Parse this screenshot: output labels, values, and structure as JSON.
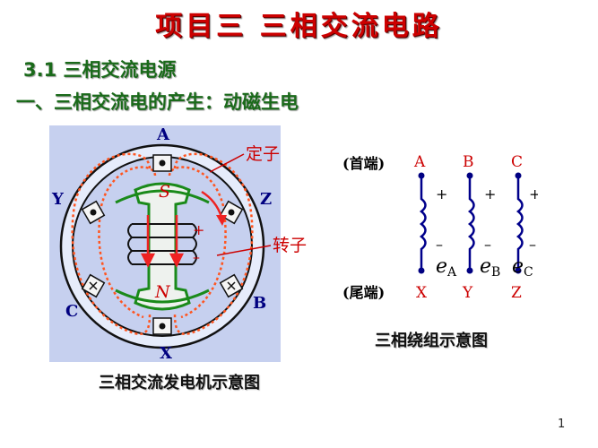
{
  "slide": {
    "title": "项目三  三相交流电路",
    "section": "3.1 三相交流电源",
    "subsection": "一、三相交流电的产生：动磁生电",
    "page_number": "1"
  },
  "generator": {
    "caption": "三相交流发电机示意图",
    "stator_label": "定子",
    "rotor_label": "转子",
    "terminals": {
      "A": "A",
      "B": "B",
      "C": "C",
      "X": "X",
      "Y": "Y",
      "Z": "Z"
    },
    "pole_s": "S",
    "pole_n": "N",
    "plus": "+",
    "minus": "–"
  },
  "windings": {
    "caption": "三相绕组示意图",
    "head_label": "(首端)",
    "tail_label": "(尾端)",
    "phases": [
      {
        "start": "A",
        "end": "X",
        "emf": "e",
        "sub": "A",
        "plus": "+",
        "minus": "–"
      },
      {
        "start": "B",
        "end": "Y",
        "emf": "e",
        "sub": "B",
        "plus": "+",
        "minus": "–"
      },
      {
        "start": "C",
        "end": "Z",
        "emf": "e",
        "sub": "C",
        "plus": "+",
        "minus": "–"
      }
    ]
  },
  "colors": {
    "title": "#cc0000",
    "heading": "#1a6a1a",
    "panel_bg": "#c6d0ef",
    "rotor": "#1a8a1a",
    "flux": "#ff5520",
    "arrow": "#ee2222",
    "coil": "#00008b",
    "label_red": "#cc0000",
    "label_navy": "#000080"
  }
}
